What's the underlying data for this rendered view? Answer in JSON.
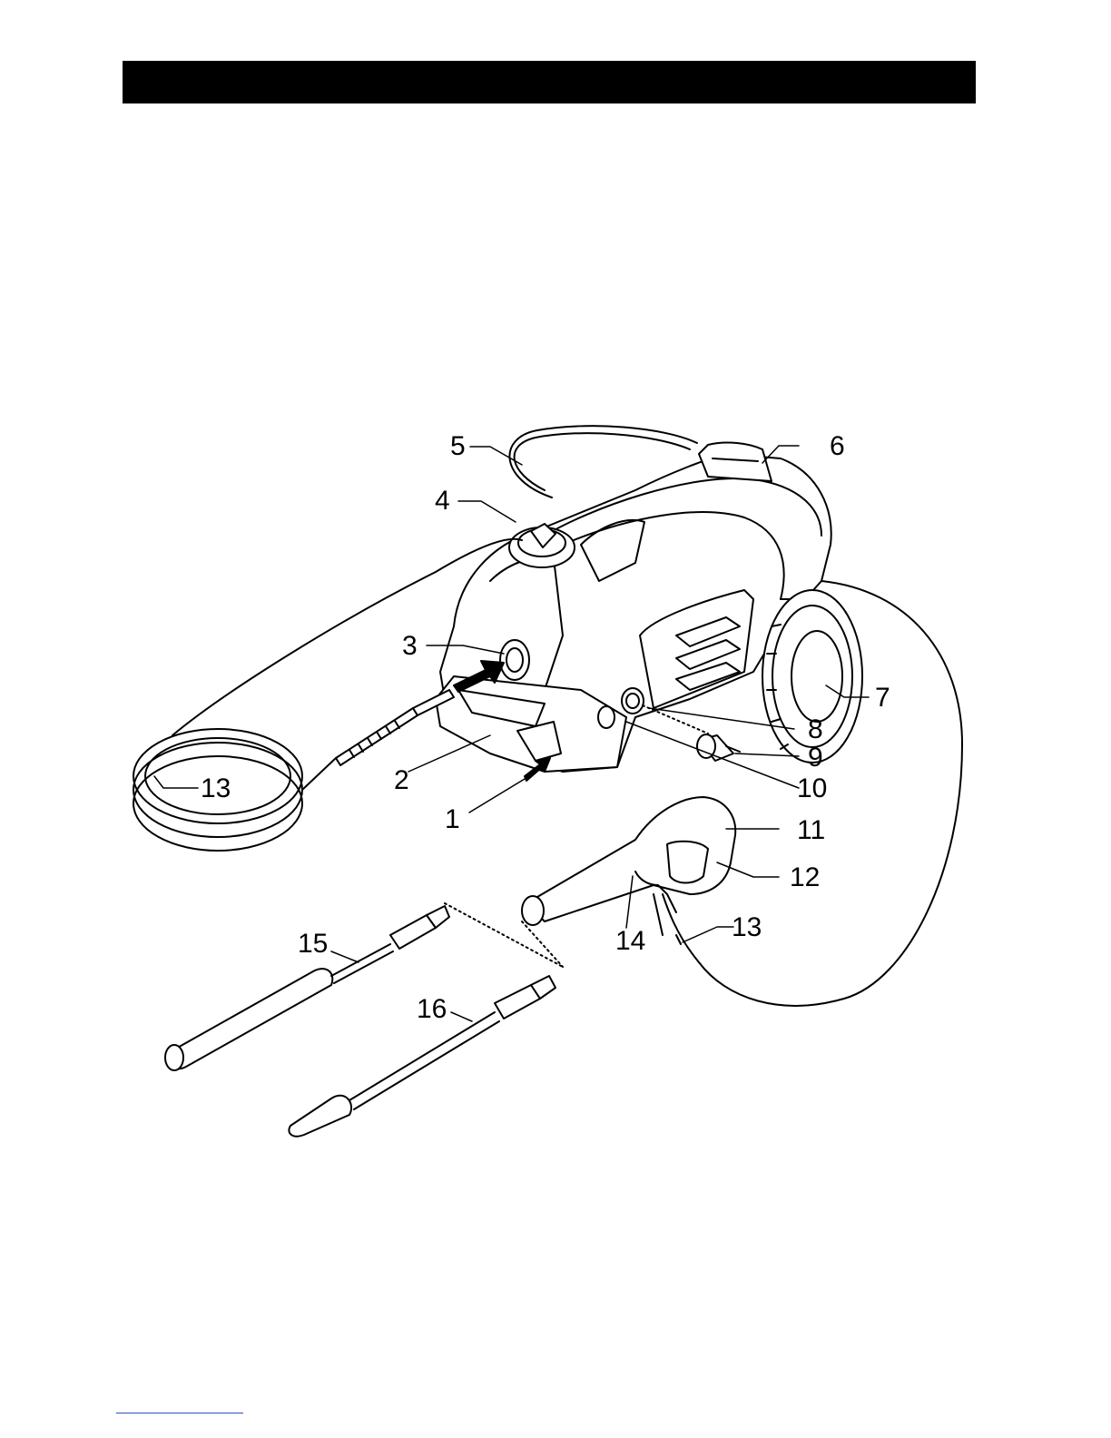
{
  "callouts": {
    "c1": "1",
    "c2": "2",
    "c3": "3",
    "c4": "4",
    "c5": "5",
    "c6": "6",
    "c7": "7",
    "c8": "8",
    "c9": "9",
    "c10": "10",
    "c11": "11",
    "c12": "12",
    "c13_left": "13",
    "c13_right": "13",
    "c14": "14",
    "c15": "15",
    "c16": "16"
  },
  "colors": {
    "header_bar": "#000000",
    "line_art": "#000000",
    "footer_rule": "#2a4fb5"
  }
}
